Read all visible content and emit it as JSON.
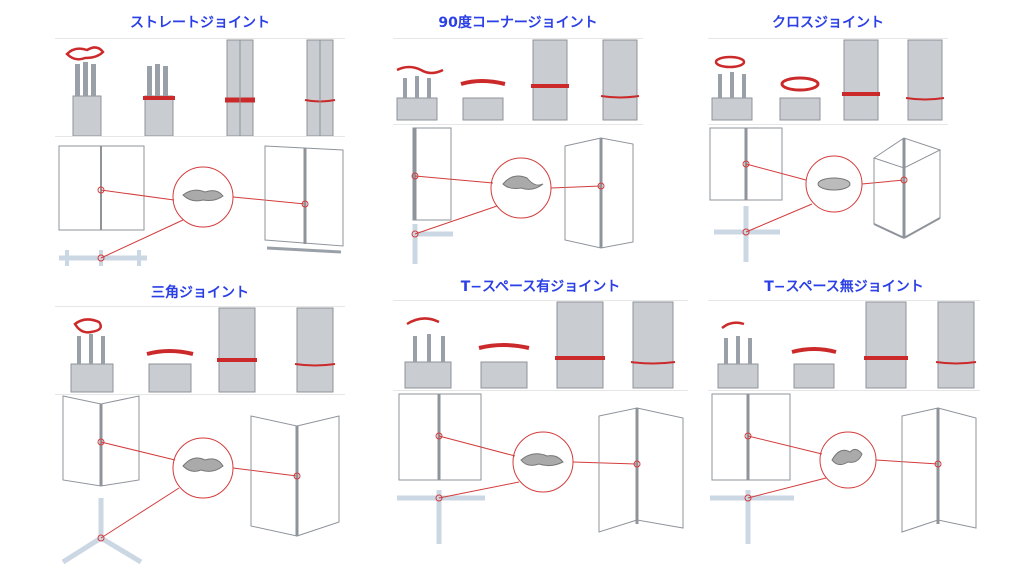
{
  "colors": {
    "title": "#2b3fe6",
    "joint_red": "#cc2a2a",
    "aluminum": "#c9ccd1",
    "aluminum_dark": "#8f949b",
    "leader": "#d33c3c",
    "floor_plan": "#cbd7e3"
  },
  "panels": [
    {
      "key": "straight",
      "title": "ストレートジョイント"
    },
    {
      "key": "corner90",
      "title": "90度コーナージョイント"
    },
    {
      "key": "cross",
      "title": "クロスジョイント"
    },
    {
      "key": "triangle",
      "title": "三角ジョイント"
    },
    {
      "key": "t_spaced",
      "title": "T−スペース有ジョイント"
    },
    {
      "key": "t_nospace",
      "title": "T−スペース無ジョイント"
    }
  ]
}
